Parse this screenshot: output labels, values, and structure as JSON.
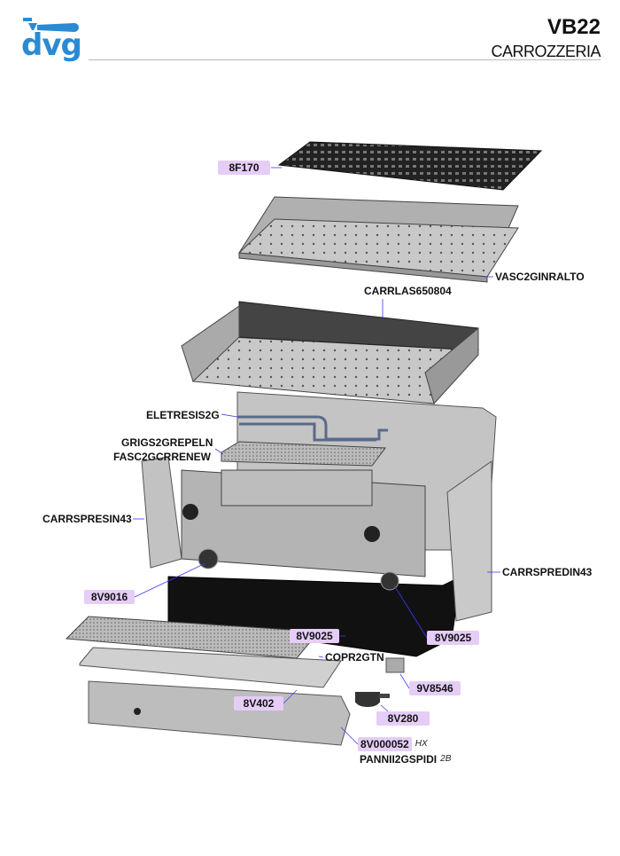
{
  "header": {
    "logo": "dvg",
    "model": "VB22",
    "section": "CARROZZERIA"
  },
  "parts": {
    "p8F170": "8F170",
    "vasc": "VASC2GINRALTO",
    "carrlas": "CARRLAS650804",
    "eletresis": "ELETRESIS2G",
    "grigs": "GRIGS2GREPELN",
    "fasc": "FASC2GCRRENEW",
    "carrspresin": "CARRSPRESIN43",
    "p8V9016": "8V9016",
    "carrspredin": "CARRSPREDIN43",
    "p8V9025a": "8V9025",
    "p8V9025b": "8V9025",
    "copr": "COPR2GTN",
    "p9V8546": "9V8546",
    "p8V402": "8V402",
    "p8V280": "8V280",
    "p8V000052": "8V000052",
    "hx": "HX",
    "pannii": "PANNII2GSPIDI",
    "b2": "2B"
  },
  "colors": {
    "tag": "#e5cdf7",
    "leader": "#3b3bf0",
    "logo": "#2a8ad4"
  }
}
